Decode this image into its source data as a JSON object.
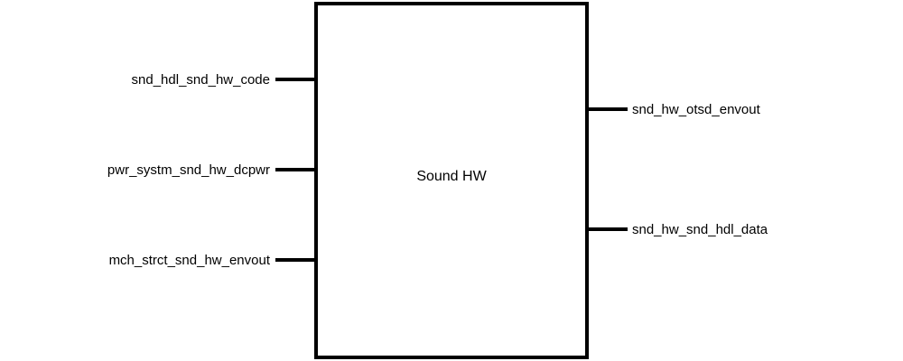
{
  "block": {
    "name": "Sound HW",
    "inputs": [
      {
        "label": "snd_hdl_snd_hw_code"
      },
      {
        "label": "pwr_systm_snd_hw_dcpwr"
      },
      {
        "label": "mch_strct_snd_hw_envout"
      }
    ],
    "outputs": [
      {
        "label": "snd_hw_otsd_envout"
      },
      {
        "label": "snd_hw_snd_hdl_data"
      }
    ]
  },
  "colors": {
    "stroke": "#000000",
    "background": "#ffffff"
  }
}
